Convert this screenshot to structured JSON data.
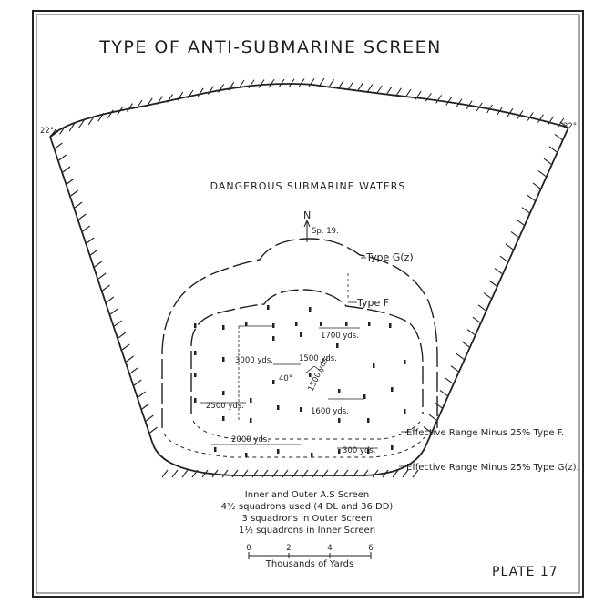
{
  "title": "TYPE OF ANTI-SUBMARINE SCREEN",
  "zone_label": "DANGEROUS SUBMARINE WATERS",
  "angles": {
    "left": "22°",
    "right": "22°",
    "wedge": "40°"
  },
  "north": {
    "label": "N",
    "speed": "Sp. 19."
  },
  "screen_labels": {
    "outer": "Type G(z)",
    "inner": "Type F"
  },
  "distances": {
    "d1700": "1700 yds.",
    "d3000": "3000 yds.",
    "d1500": "1500 yds.",
    "d1500b": "1500 yds.",
    "d2500": "2500 yds.",
    "d1600": "1600 yds.",
    "d2000": "2000 yds.",
    "d300": "300 yds."
  },
  "range_labels": {
    "type_f": "Effective Range Minus 25% Type F.",
    "type_g": "Effective Range Minus 25% Type G(z)."
  },
  "notes": [
    "Inner and Outer A.S Screen",
    "4½ squadrons used (4 DL and 36 DD)",
    "3 squadrons in Outer Screen",
    "1½ squadrons in Inner Screen"
  ],
  "scale": {
    "ticks": [
      "0",
      "2",
      "4",
      "6"
    ],
    "caption": "Thousands of Yards"
  },
  "plate_label": "PLATE 17"
}
